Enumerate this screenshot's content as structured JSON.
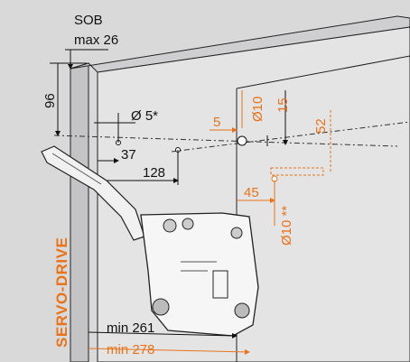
{
  "labels": {
    "sob": "SOB",
    "max26": "max 26",
    "d96": "96",
    "phi5": "Ø 5*",
    "d37": "37",
    "d128": "128",
    "d5": "5",
    "phi10_top": "Ø10",
    "d15": "15",
    "d52": "52",
    "d45": "45",
    "phi10_side": "Ø10 **",
    "min261": "min 261",
    "min278": "min 278",
    "brand": "SERVO-DRIVE"
  },
  "colors": {
    "background": "#d9d9da",
    "cabinet_side": "#c9c9cb",
    "cabinet_front": "#e3e3e4",
    "accent": "#e8731a",
    "line": "#111111"
  }
}
